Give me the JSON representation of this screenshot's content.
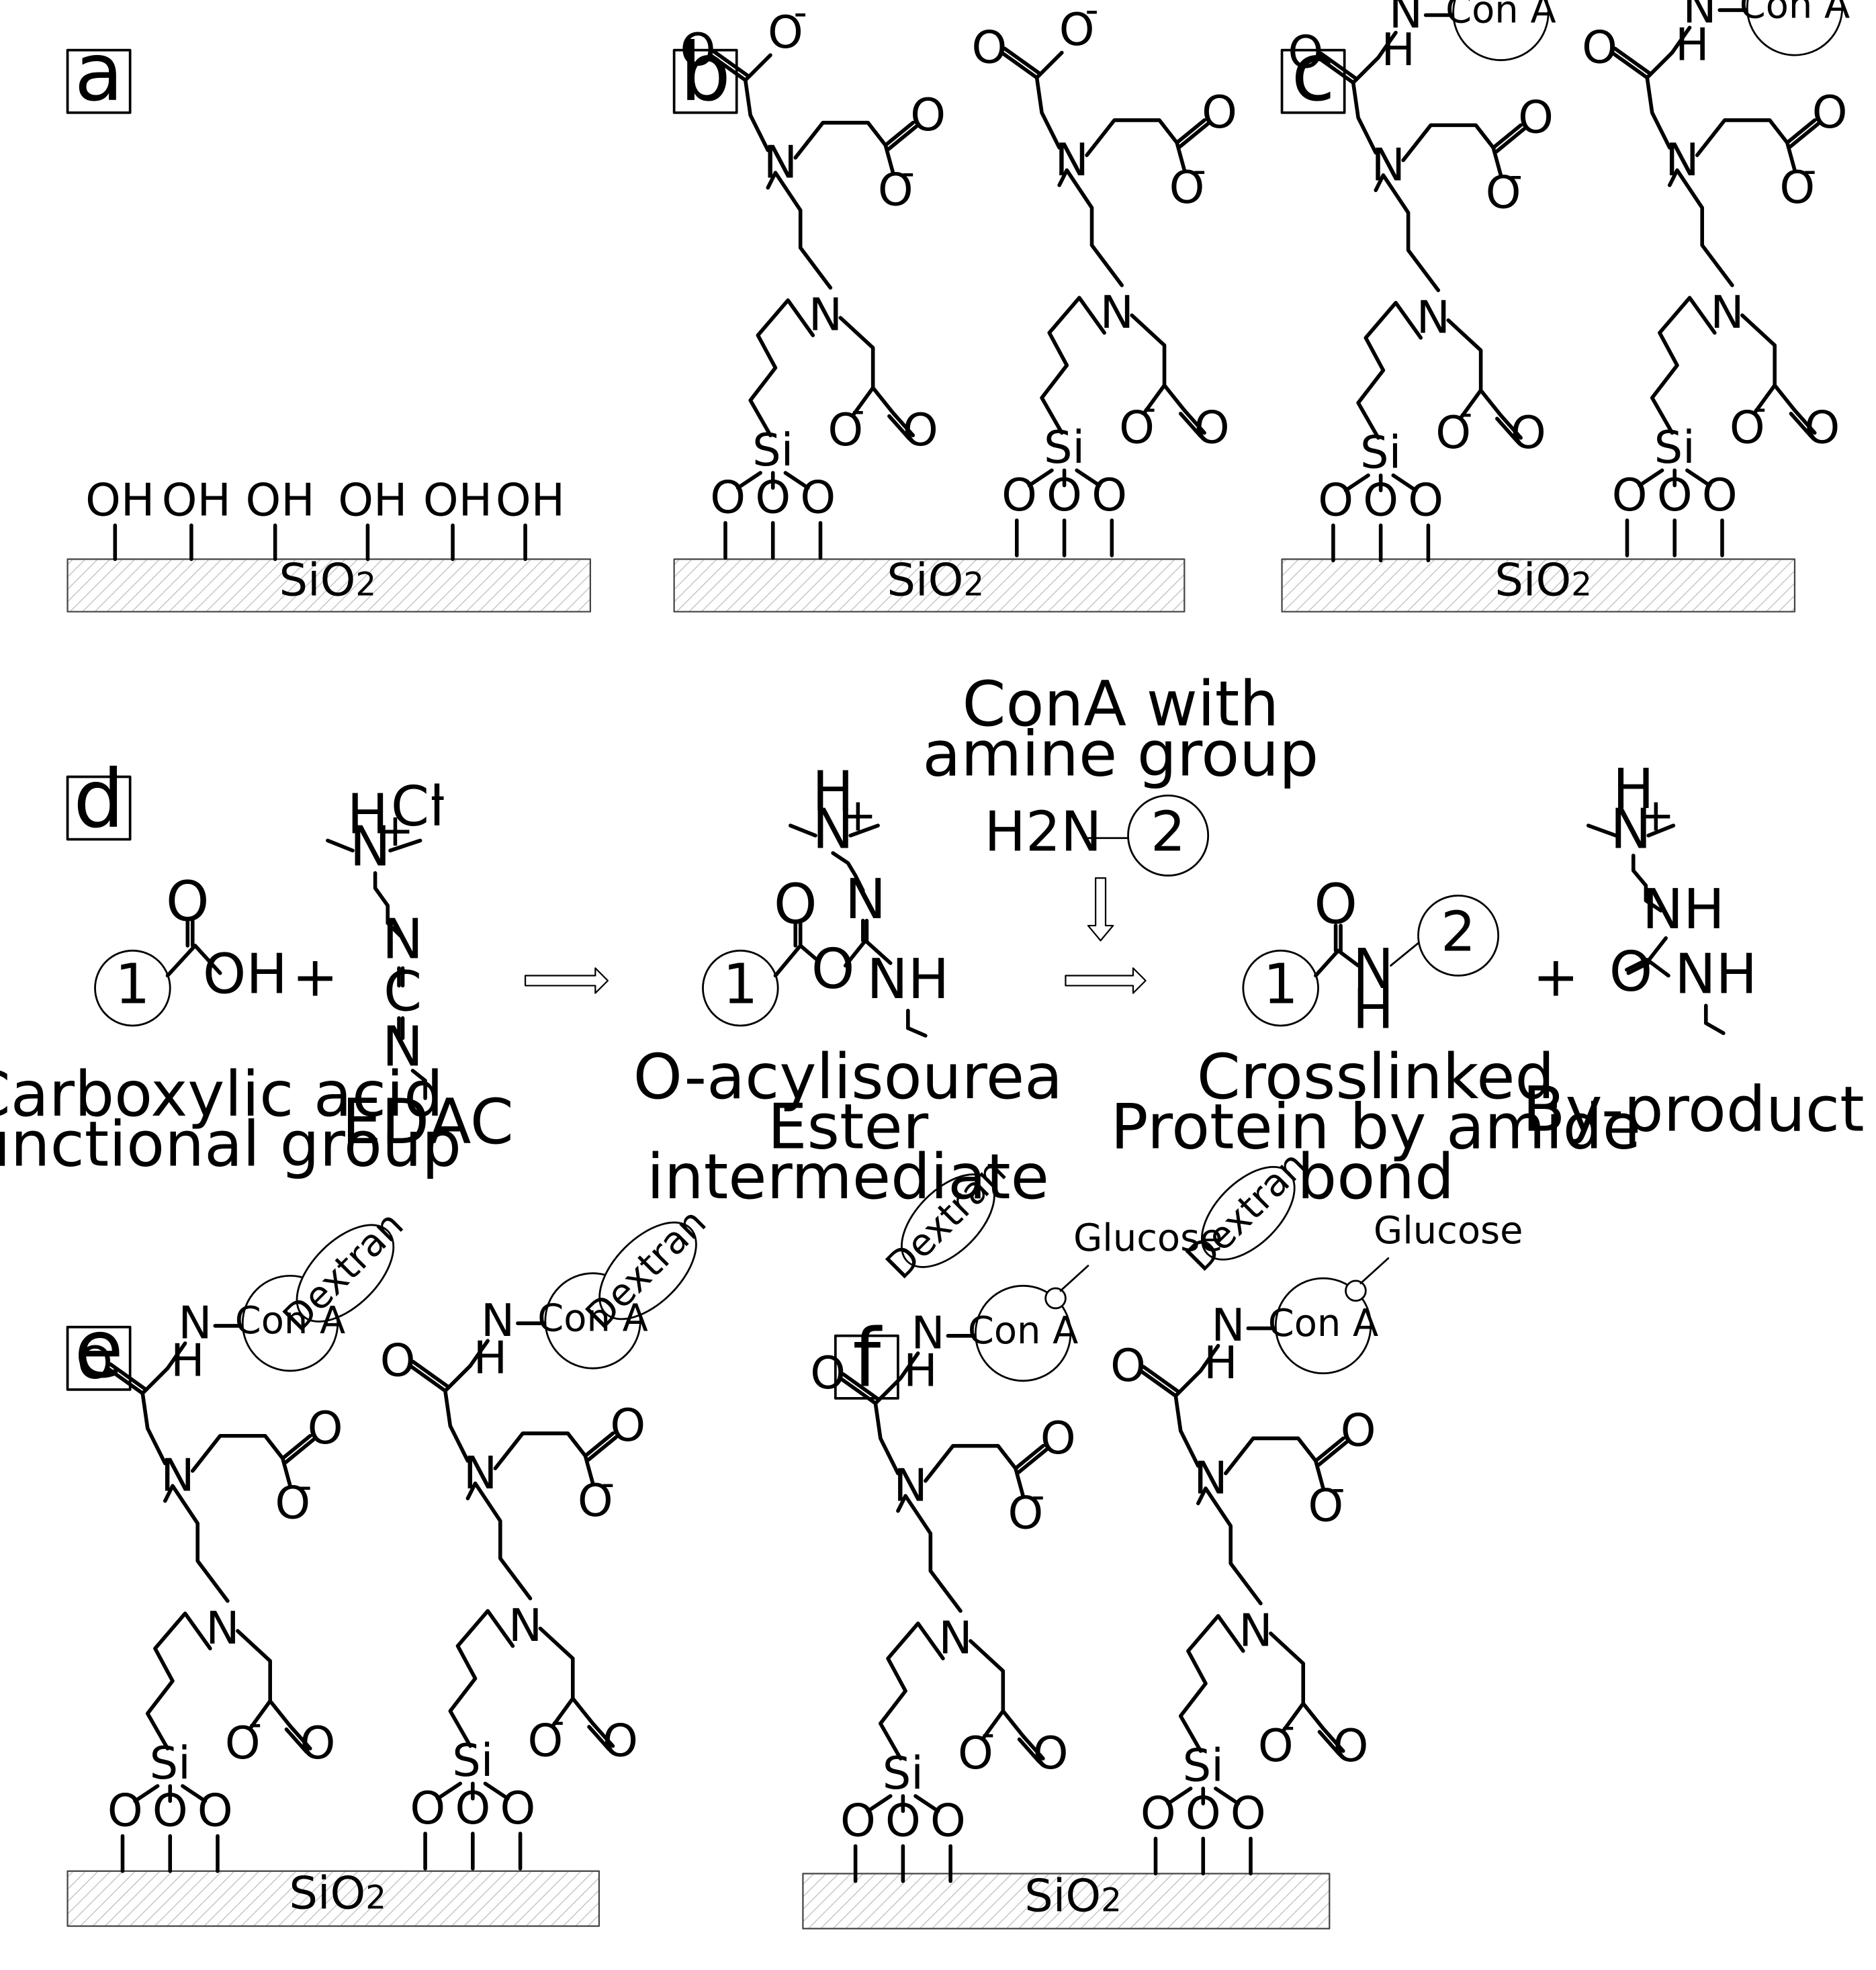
{
  "panels": {
    "a": "a",
    "b": "b",
    "c": "c",
    "d": "d",
    "e": "e",
    "f": "f"
  },
  "substrate": {
    "label": "SiO2",
    "base": "SiO",
    "sub": "2"
  },
  "surface": {
    "hydroxyl": "OH"
  },
  "atoms": {
    "O": "O",
    "N": "N",
    "Si": "Si",
    "H": "H",
    "C": "C",
    "minus": "-",
    "plus": "+",
    "NH": "NH",
    "OH": "OH",
    "H2N": "H2N",
    "Cl": "Cl"
  },
  "protein": {
    "con_a": "Con A",
    "dextran": "Dextran",
    "glucose": "Glucose"
  },
  "reaction": {
    "circle_1": "1",
    "circle_2": "2",
    "plus": "+",
    "carboxylic_caption": [
      "Carboxylic acid",
      "functional group"
    ],
    "edac_caption": "EDAC",
    "intermediate_caption": [
      "O-acylisourea",
      "Ester",
      "intermediate"
    ],
    "cona_caption": [
      "ConA with",
      "amine group"
    ],
    "crosslinked_caption": [
      "Crosslinked",
      "Protein by amide",
      "bond"
    ],
    "byproduct_caption": "By-product"
  }
}
